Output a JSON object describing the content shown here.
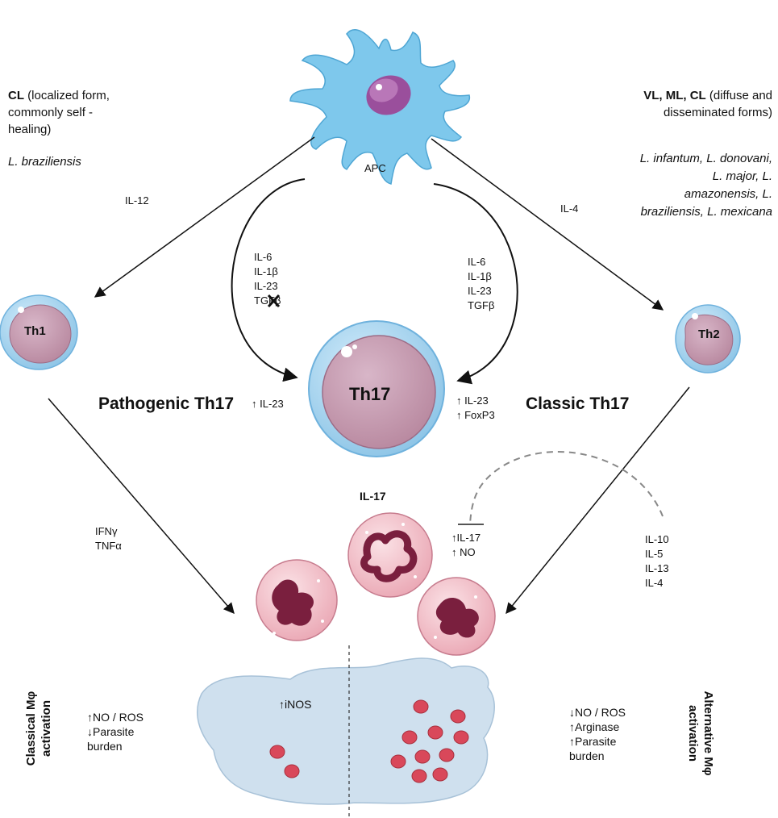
{
  "apc_label": "APC",
  "left_clinical": {
    "title_bold": "CL",
    "title_rest": " (localized form, commonly self - healing)",
    "species": "L. braziliensis"
  },
  "right_clinical": {
    "title_bold": "VL, ML, CL",
    "title_rest": " (diffuse and disseminated forms)",
    "species": "L. infantum, L. donovani, L. major, L. amazonensis, L. braziliensis, L. mexicana"
  },
  "arrow_labels": {
    "il12": "IL-12",
    "il4": "IL-4"
  },
  "left_cytokines": [
    "IL-6",
    "IL-1β",
    "IL-23",
    "TGFβ"
  ],
  "right_cytokines": [
    "IL-6",
    "IL-1β",
    "IL-23",
    "TGFβ"
  ],
  "cells": {
    "th1": "Th1",
    "th2": "Th2",
    "th17": "Th17"
  },
  "pathogenic_th17": "Pathogenic Th17",
  "pathogenic_marker": "↑ IL-23",
  "classic_th17": "Classic Th17",
  "classic_markers": [
    "↑ IL-23",
    "↑ FoxP3"
  ],
  "il17_label": "IL-17",
  "neutrophil_effects": [
    "↑IL-17",
    "↑ NO"
  ],
  "th1_cytokines": [
    "IFNγ",
    "TNFα"
  ],
  "th2_cytokines": [
    "IL-10",
    "IL-5",
    "IL-13",
    "IL-4"
  ],
  "macrophage_label": "↑iNOS",
  "classical_activation": {
    "title_line1": "Classical Mφ",
    "title_line2": "activation",
    "effects": [
      "↑NO / ROS",
      "↓Parasite",
      "burden"
    ]
  },
  "alternative_activation": {
    "title_line1": "Alternative Mφ",
    "title_line2": "activation",
    "effects": [
      "↓NO / ROS",
      "↑Arginase",
      "↑Parasite",
      "burden"
    ]
  },
  "colors": {
    "apc_blue": "#7ec8ec",
    "apc_nucleus": "#9a4f9c",
    "cell_membrane": "#a9d6f0",
    "cell_inner": "#c9a0b8",
    "neutrophil_fill": "#f4c7cf",
    "neutrophil_nucleus": "#7a1f3e",
    "macrophage_fill": "#cfe0ee",
    "parasite_red": "#d9485a",
    "arrow": "#111111",
    "dashed_inhibition": "#888888"
  }
}
